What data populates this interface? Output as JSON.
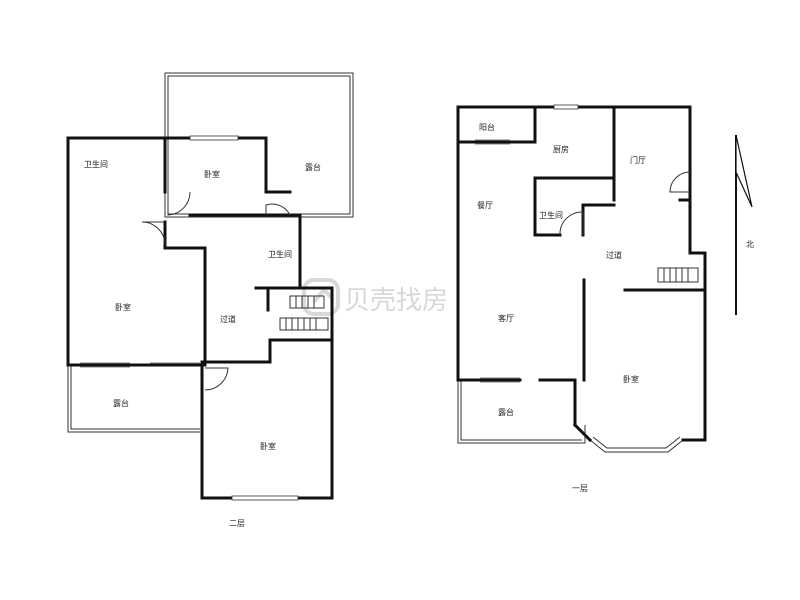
{
  "floor_2": {
    "label": "二层",
    "rooms": {
      "bathroom_left": "卫生间",
      "bedroom_small": "卧室",
      "terrace_top": "露台",
      "bathroom_mid": "卫生间",
      "bedroom_left": "卧室",
      "corridor": "过道",
      "terrace_bottom": "露台",
      "bedroom_bottom": "卧室"
    }
  },
  "floor_1": {
    "label": "一层",
    "rooms": {
      "balcony": "阳台",
      "kitchen": "厨房",
      "foyer": "门厅",
      "dining": "餐厅",
      "bathroom": "卫生间",
      "corridor": "过道",
      "living": "客厅",
      "bedroom": "卧室",
      "terrace": "露台"
    }
  },
  "compass": {
    "label": "北"
  },
  "watermark": {
    "text": "贝壳找房"
  }
}
